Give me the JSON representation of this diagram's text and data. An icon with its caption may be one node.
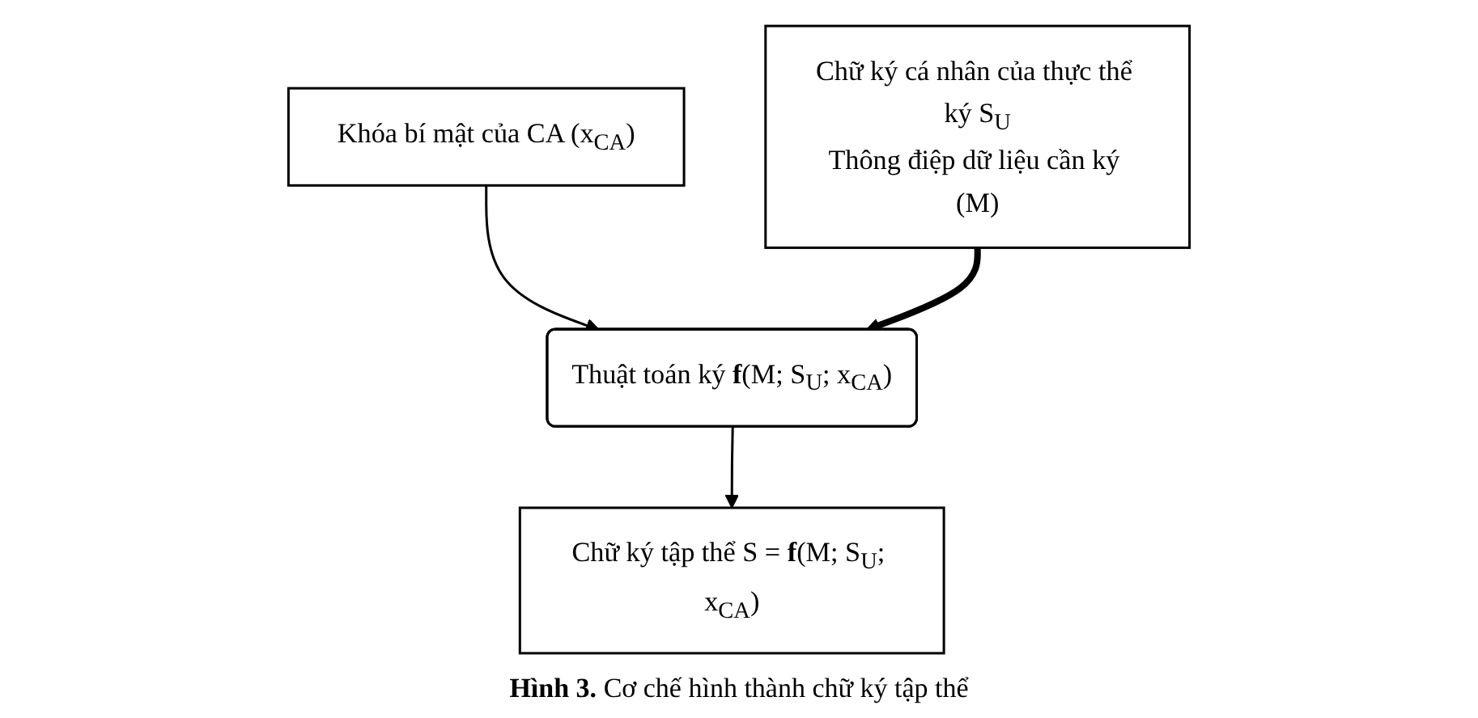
{
  "diagram": {
    "caption": "**Hình 3.** Cơ chế hình thành chữ ký tập thể",
    "nodes": [
      {
        "text": [
          "Khóa bí mật của CA (x$_{CA}$)"
        ]
      },
      {
        "text": [
          "Chữ ký cá nhân của thực thể ký S$_{U}$",
          "Thông điệp dữ liệu cần ký (M)"
        ]
      },
      {
        "text": [
          "Thuật toán ký **f**(M; S$_{U}$; x$_{CA}$)"
        ]
      },
      {
        "text": [
          "Chữ ký tập thể S = **f**(M; S$_{U}$; x$_{CA}$)"
        ]
      }
    ],
    "edges": [
      {
        "from": 0,
        "to": 2,
        "arrow": "to"
      },
      {
        "from": 1,
        "to": 2,
        "arrow": "to",
        "style": "thick"
      },
      {
        "from": 2,
        "to": 3,
        "arrow": "to"
      }
    ]
  }
}
